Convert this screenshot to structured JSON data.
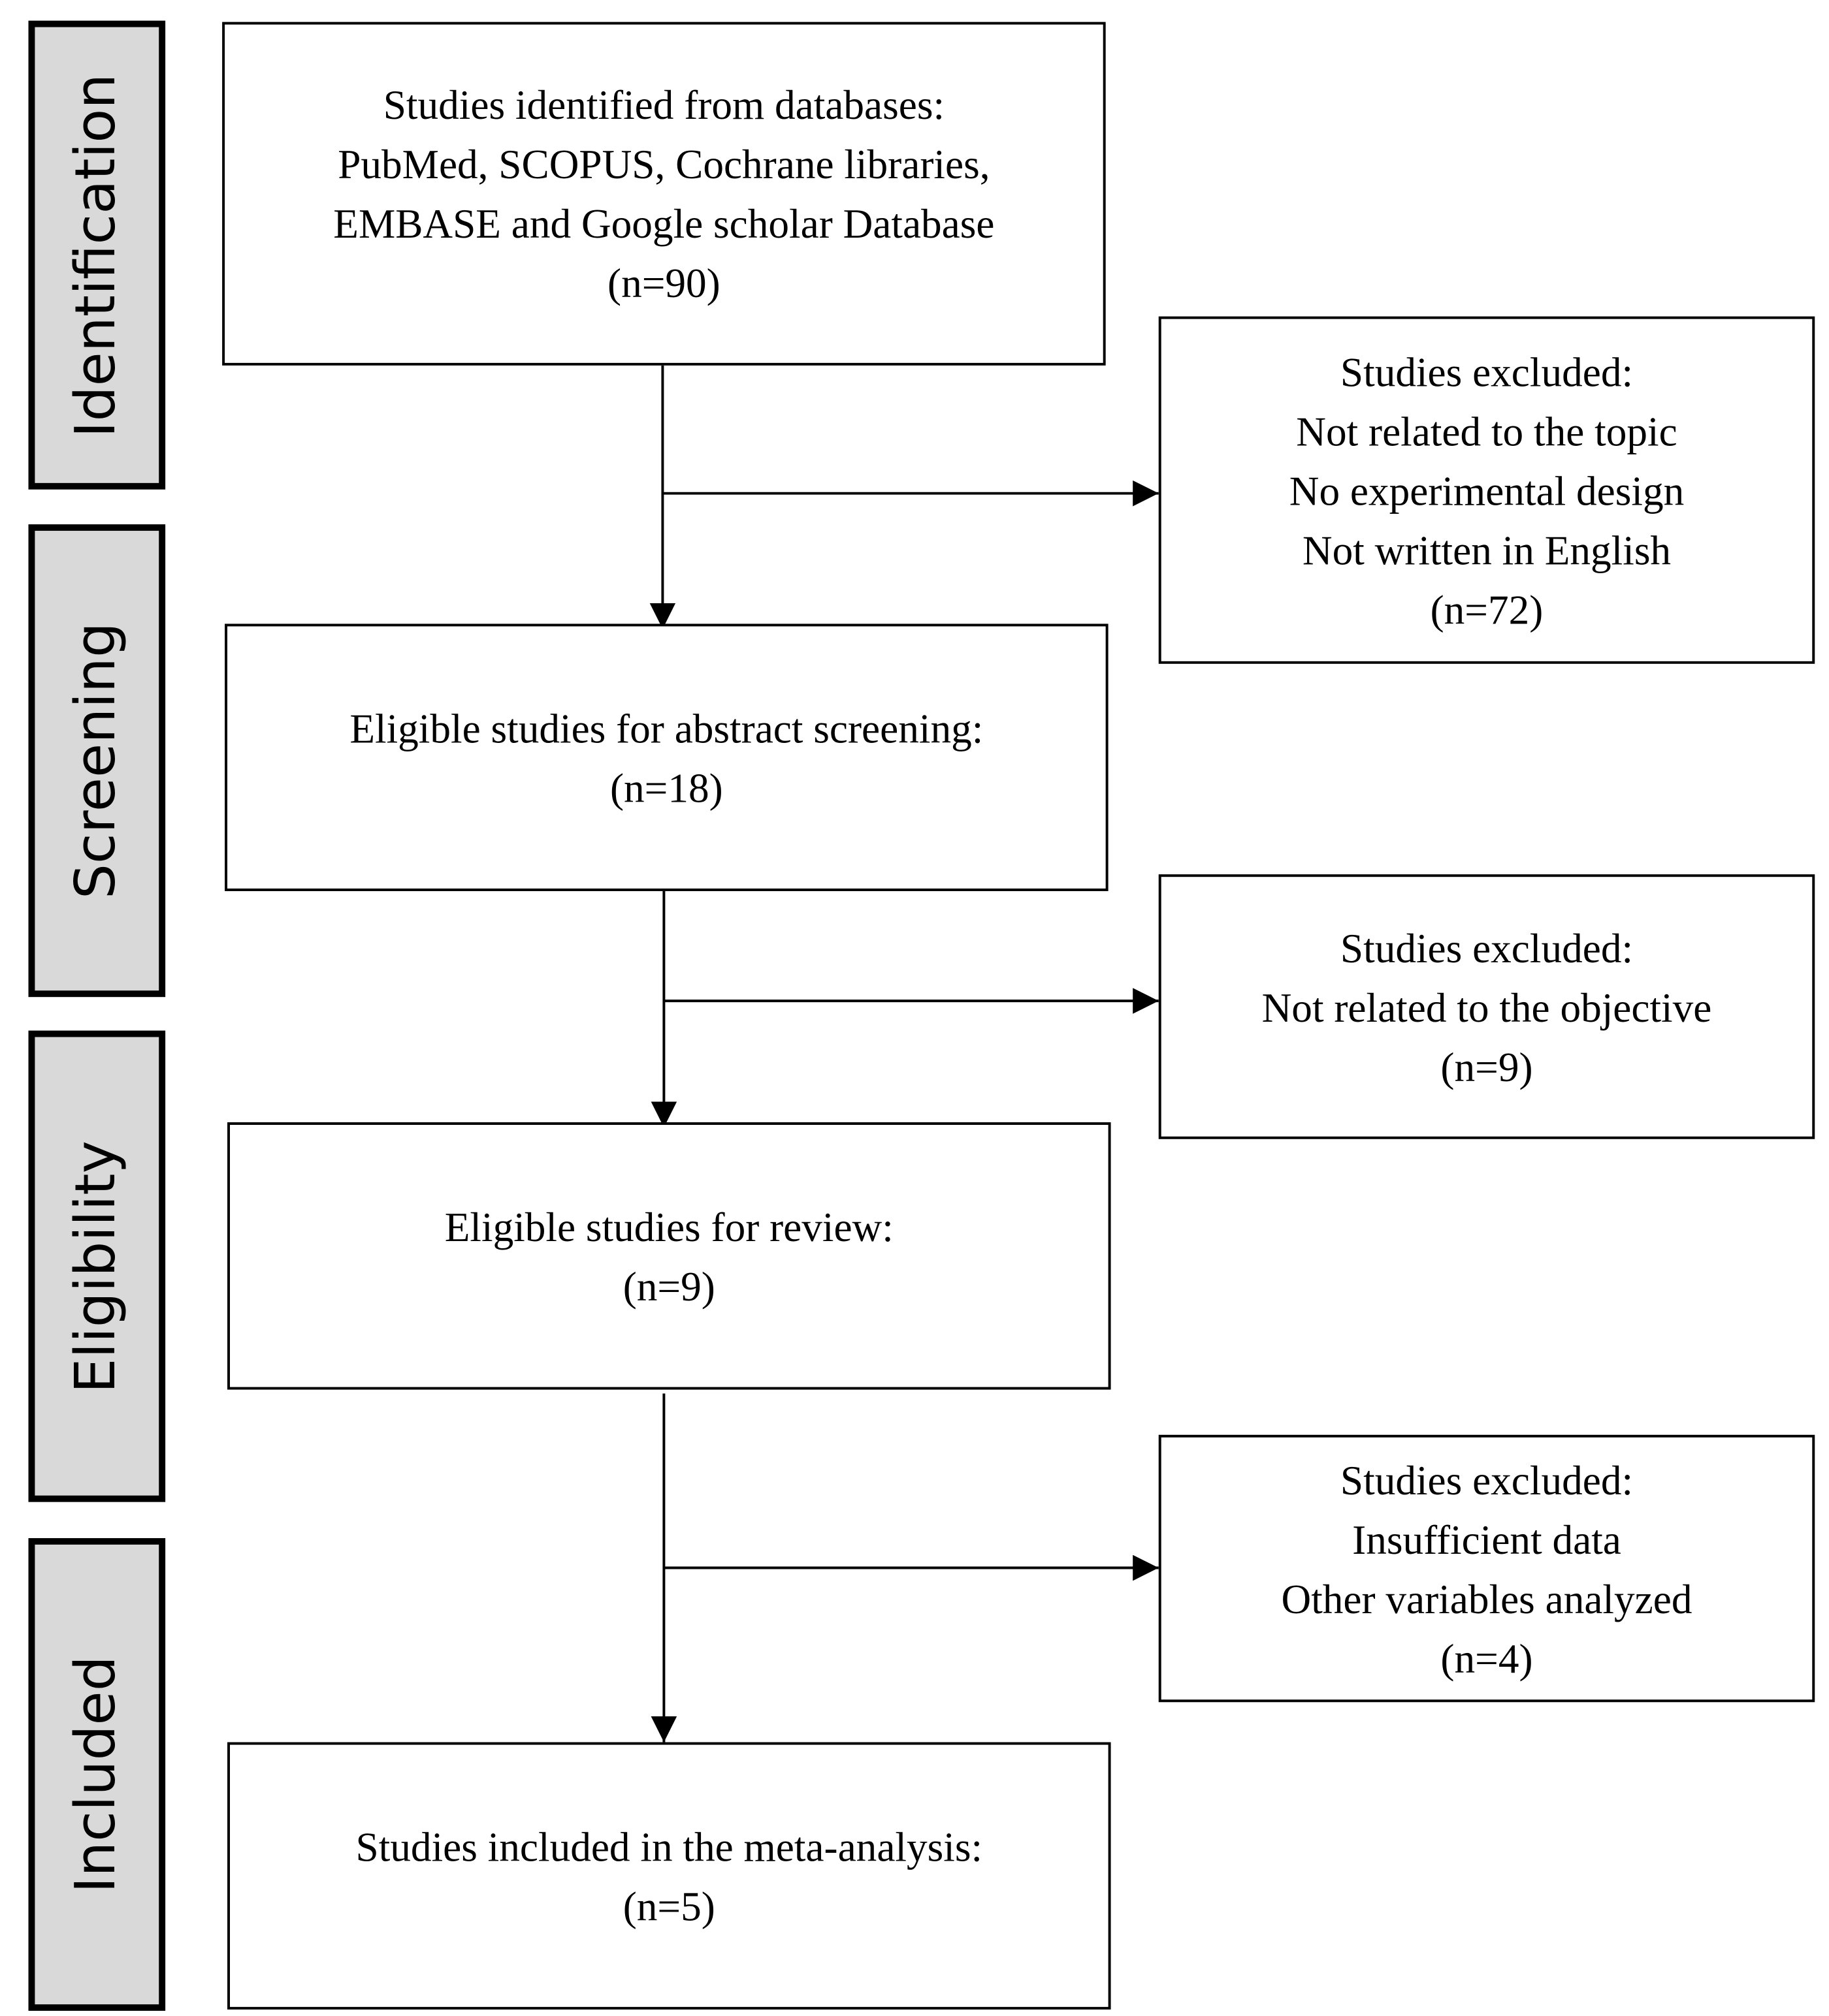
{
  "phases": [
    {
      "label": "Identification"
    },
    {
      "label": "Screening"
    },
    {
      "label": "Eligibility"
    },
    {
      "label": "Included"
    }
  ],
  "main_boxes": [
    {
      "lines": [
        "Studies identified from databases:",
        "PubMed, SCOPUS, Cochrane libraries,",
        "EMBASE and Google scholar Database",
        "(n=90)"
      ]
    },
    {
      "lines": [
        "Eligible studies for abstract screening:",
        "(n=18)"
      ]
    },
    {
      "lines": [
        "Eligible studies for review:",
        "(n=9)"
      ]
    },
    {
      "lines": [
        "Studies included in the meta-analysis:",
        "(n=5)"
      ]
    }
  ],
  "exclusion_boxes": [
    {
      "lines": [
        "Studies excluded:",
        "Not related to the topic",
        "No experimental design",
        "Not written in English",
        "(n=72)"
      ]
    },
    {
      "lines": [
        "Studies excluded:",
        "Not related to the objective",
        "(n=9)"
      ]
    },
    {
      "lines": [
        "Studies excluded:",
        "Insufficient data",
        "Other variables analyzed",
        "(n=4)"
      ]
    }
  ]
}
